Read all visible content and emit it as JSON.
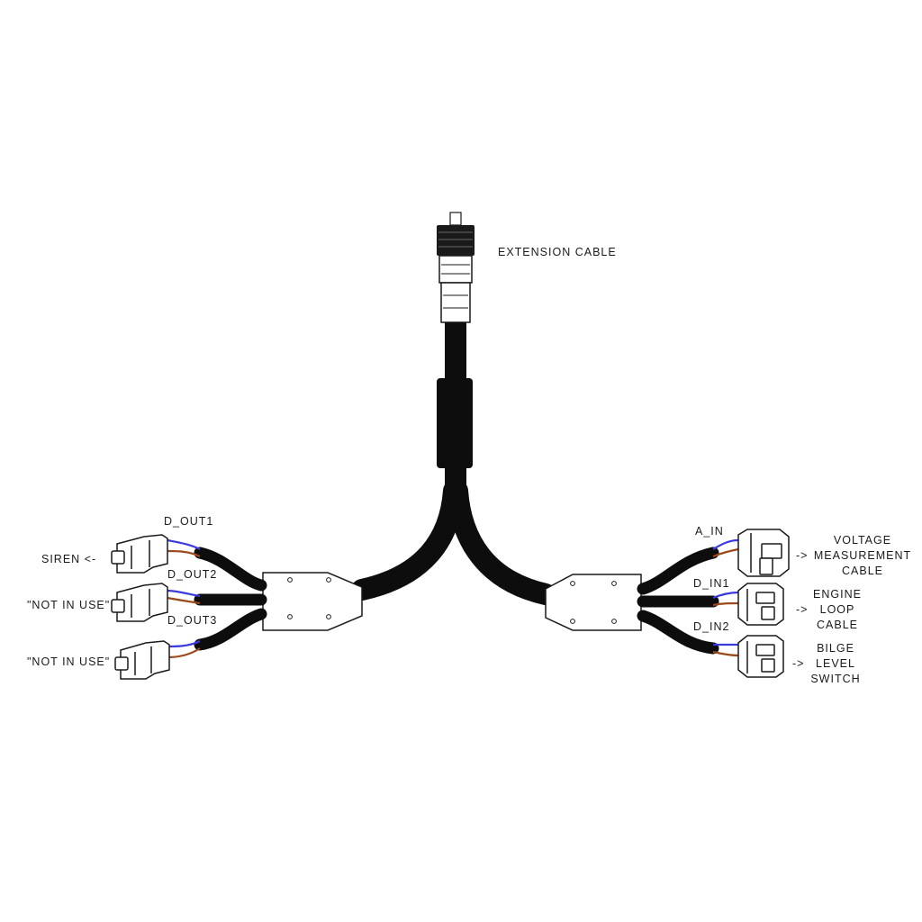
{
  "labels": {
    "extension_cable": "EXTENSION CABLE",
    "d_out1": "D_OUT1",
    "d_out2": "D_OUT2",
    "d_out3": "D_OUT3",
    "siren": "SIREN <-",
    "not_in_use_1": "\"NOT IN USE\"",
    "not_in_use_2": "\"NOT IN USE\"",
    "a_in": "A_IN",
    "d_in1": "D_IN1",
    "d_in2": "D_IN2",
    "voltage": {
      "arrow": "->",
      "line1": "VOLTAGE",
      "line2": "MEASUREMENT",
      "line3": "CABLE"
    },
    "engine": {
      "arrow": "->",
      "line1": "ENGINE",
      "line2": "LOOP",
      "line3": "CABLE"
    },
    "bilge": {
      "arrow": "->",
      "line1": "BILGE",
      "line2": "LEVEL",
      "line3": "SWITCH"
    }
  },
  "colors": {
    "cable": "#0d0d0d",
    "wire_blue": "#3a3adf",
    "wire_brown": "#9a4a1a",
    "outline": "#1a1a1a",
    "background": "#ffffff"
  }
}
